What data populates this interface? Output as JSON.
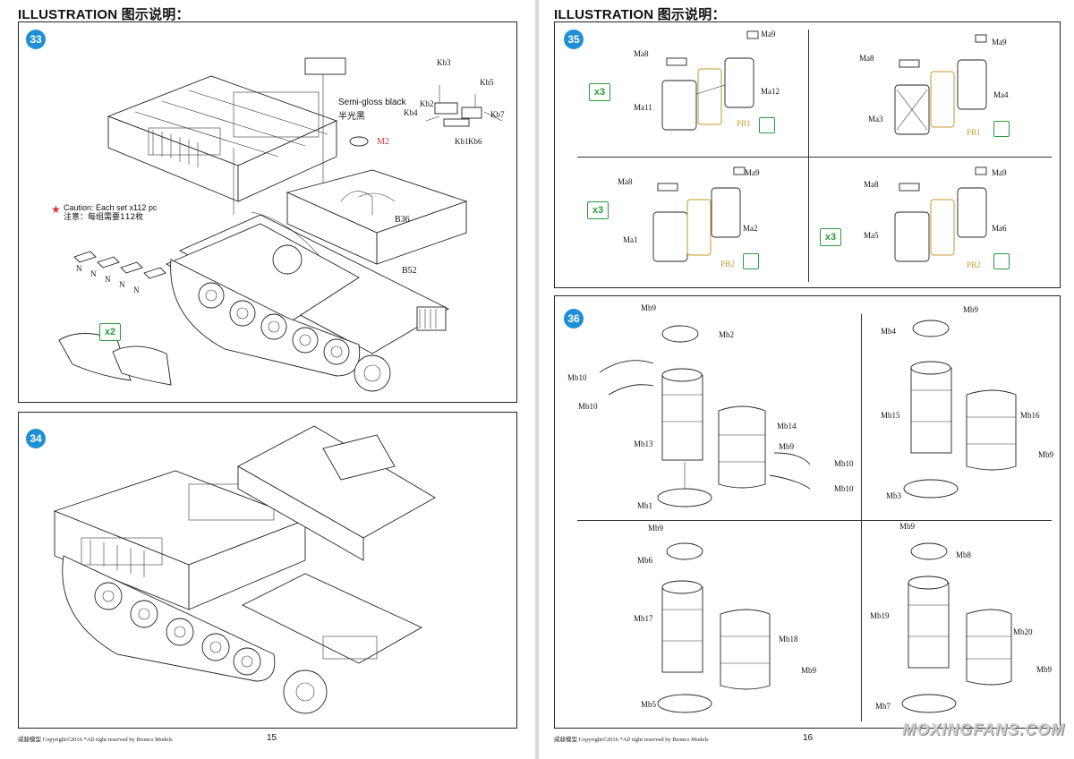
{
  "left_page": {
    "header": "ILLUSTRATION 图示说明：",
    "page_number": "15",
    "footer": "威骏模型  Copyright©2016  *All right reserved by Bronco Models",
    "step33": {
      "number": "33",
      "paint_note_en": "Semi-gloss black",
      "paint_note_cn": "半光黑",
      "caution_en": "Caution: Each set x112 pc",
      "caution_cn": "注意：每组需要112枚",
      "multiplier": "x2",
      "labels": {
        "m2": "M2",
        "b36": "B36",
        "b52": "B52",
        "kb1": "Kb1",
        "kb2": "Kb2",
        "kb3": "Kb3",
        "kb4": "Kb4",
        "kb5": "Kb5",
        "kb6": "Kb6",
        "kb7": "Kb7",
        "n": "N"
      }
    },
    "step34": {
      "number": "34"
    }
  },
  "right_page": {
    "header": "ILLUSTRATION 图示说明：",
    "page_number": "16",
    "footer": "威骏模型  Copyright©2016  *All right reserved by Bronco Models",
    "watermark": "MOXINGFANS.COM",
    "step35": {
      "number": "35",
      "cells": [
        {
          "multiplier": "x3",
          "labels": [
            "Ma8",
            "Ma9",
            "Ma11",
            "Ma12",
            "PB1"
          ]
        },
        {
          "multiplier": "",
          "labels": [
            "Ma8",
            "Ma9",
            "Ma3",
            "Ma4",
            "PB1"
          ]
        },
        {
          "multiplier": "x3",
          "labels": [
            "Ma8",
            "Ma9",
            "Ma1",
            "Ma2",
            "PB2"
          ]
        },
        {
          "multiplier": "x3",
          "labels": [
            "Ma8",
            "Ma9",
            "Ma5",
            "Ma6",
            "PB2"
          ]
        }
      ]
    },
    "step36": {
      "number": "36",
      "cells": [
        {
          "labels": [
            "Mb9",
            "Mb2",
            "Mb10",
            "Mb10",
            "Mb13",
            "Mb14",
            "Mb9",
            "Mb10",
            "Mb10",
            "Mb1"
          ]
        },
        {
          "labels": [
            "Mb9",
            "Mb4",
            "Mb15",
            "Mb16",
            "Mb9",
            "Mb3"
          ]
        },
        {
          "labels": [
            "Mb9",
            "Mb6",
            "Mb17",
            "Mb18",
            "Mb9",
            "Mb5"
          ]
        },
        {
          "labels": [
            "Mb9",
            "Mb8",
            "Mb19",
            "Mb20",
            "Mb9",
            "Mb7"
          ]
        }
      ]
    }
  },
  "colors": {
    "step_badge": "#1e8fd6",
    "multiplier_green": "#2e9a3e",
    "red_label": "#d0322e",
    "clear_part_gold": "#c49a2b"
  }
}
